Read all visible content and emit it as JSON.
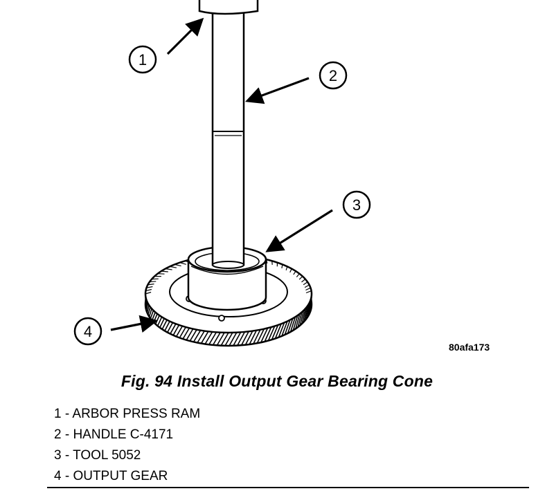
{
  "figure": {
    "id": "80afa173",
    "caption": "Fig. 94 Install Output Gear Bearing Cone"
  },
  "callouts": [
    {
      "number": "1"
    },
    {
      "number": "2"
    },
    {
      "number": "3"
    },
    {
      "number": "4"
    }
  ],
  "legend": [
    {
      "text": "1 - ARBOR PRESS RAM"
    },
    {
      "text": "2 - HANDLE C-4171"
    },
    {
      "text": "3 - TOOL 5052"
    },
    {
      "text": "4 - OUTPUT GEAR"
    }
  ]
}
